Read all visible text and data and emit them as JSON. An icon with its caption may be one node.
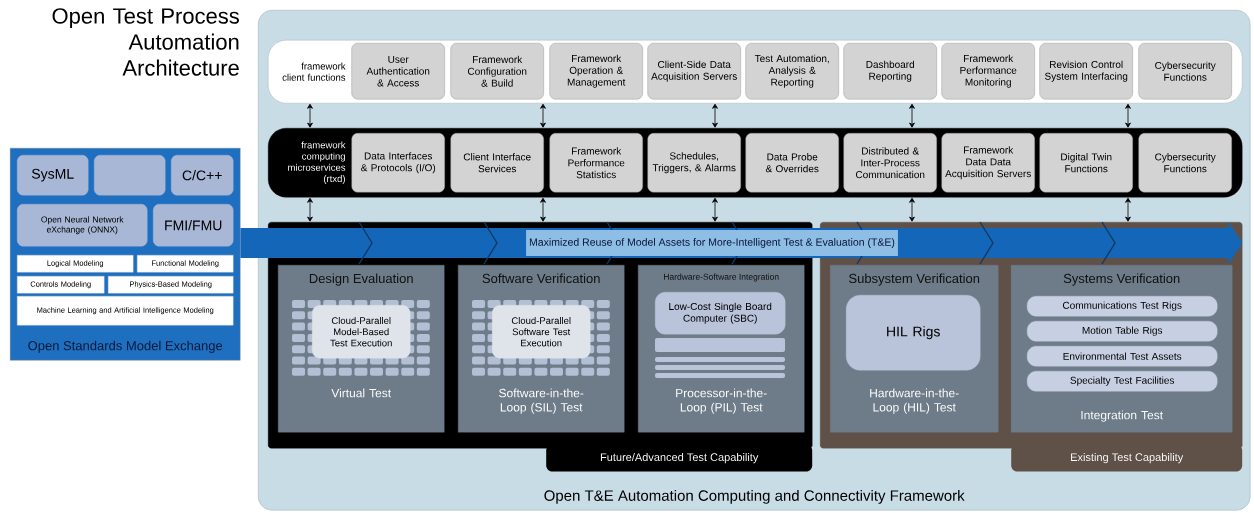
{
  "diagram": {
    "title": "Open Test Process Automation Architecture",
    "nodes": [
      {
        "text": [
          "Open T&E Automation Computing and Connectivity Framework"
        ]
      },
      {
        "text": [
          "framework client functions"
        ],
        "in": 0
      },
      {
        "text": [
          "User Authentication & Access"
        ],
        "in": 1
      },
      {
        "text": [
          "Framework Configuration & Build"
        ],
        "in": 1
      },
      {
        "text": [
          "Framework Operation & Management"
        ],
        "in": 1
      },
      {
        "text": [
          "Client-Side Data Acquisition Servers"
        ],
        "in": 1
      },
      {
        "text": [
          "Test Automation, Analysis & Reporting"
        ],
        "in": 1
      },
      {
        "text": [
          "Dashboard Reporting"
        ],
        "in": 1
      },
      {
        "text": [
          "Framework Performance Monitoring"
        ],
        "in": 1
      },
      {
        "text": [
          "Revision Control System Interfacing"
        ],
        "in": 1
      },
      {
        "text": [
          "Cybersecurity Functions"
        ],
        "in": 1
      },
      {
        "text": [
          "framework computing microservices (rtxd)"
        ],
        "in": 0
      },
      {
        "text": [
          "Data Interfaces & Protocols (I/O)"
        ],
        "in": 11
      },
      {
        "text": [
          "Client Interface Services"
        ],
        "in": 11
      },
      {
        "text": [
          "Framework Performance Statistics"
        ],
        "in": 11
      },
      {
        "text": [
          "Schedules, Triggers, & Alarms"
        ],
        "in": 11
      },
      {
        "text": [
          "Data Probe & Overrides"
        ],
        "in": 11
      },
      {
        "text": [
          "Distributed & Inter-Process Communication"
        ],
        "in": 11
      },
      {
        "text": [
          "Framework Data Data Acquisition Servers"
        ],
        "in": 11
      },
      {
        "text": [
          "Digital Twin Functions"
        ],
        "in": 11
      },
      {
        "text": [
          "Cybersecurity Functions"
        ],
        "in": 11
      },
      {
        "text": [
          "Future/Advanced Test Capability"
        ],
        "in": 0
      },
      {
        "text": [
          "Design Evaluation",
          "Virtual Test"
        ],
        "in": 21
      },
      {
        "text": [
          "Cloud-Parallel Model-Based Test Execution"
        ],
        "in": 22
      },
      {
        "text": [
          "Software Verification",
          "Software-in-the-Loop (SIL) Test"
        ],
        "in": 21
      },
      {
        "text": [
          "Cloud-Parallel Software Test Execution"
        ],
        "in": 24
      },
      {
        "text": [
          "Hardware-Software Integration",
          "Processor-in-the-Loop (PIL) Test"
        ],
        "in": 21
      },
      {
        "text": [
          "Low-Cost Single Board Computer (SBC)"
        ],
        "in": 26
      },
      {
        "text": [
          "Existing Test Capability"
        ],
        "in": 0
      },
      {
        "text": [
          "Subsystem Verification",
          "Hardware-in-the-Loop (HIL) Test"
        ],
        "in": 28
      },
      {
        "text": [
          "HIL Rigs"
        ],
        "in": 29
      },
      {
        "text": [
          "Systems Verification",
          "Integration Test"
        ],
        "in": 28
      },
      {
        "text": [
          "Communications Test Rigs"
        ],
        "in": 31
      },
      {
        "text": [
          "Motion Table Rigs"
        ],
        "in": 31
      },
      {
        "text": [
          "Environmental Test Assets"
        ],
        "in": 31
      },
      {
        "text": [
          "Specialty Test Facilities"
        ],
        "in": 31
      },
      {
        "text": [
          "Open Standards Model Exchange"
        ]
      },
      {
        "text": [
          "SysML"
        ],
        "in": 36
      },
      {
        "text": [],
        "shape": "box",
        "in": 36
      },
      {
        "text": [
          "C/C++"
        ],
        "in": 36
      },
      {
        "text": [
          "Open Neural Network eXchange (ONNX)"
        ],
        "in": 36
      },
      {
        "text": [
          "FMI/FMU"
        ],
        "in": 36
      },
      {
        "text": [
          "Logical Modeling"
        ],
        "in": 36
      },
      {
        "text": [
          "Functional Modeling"
        ],
        "in": 36
      },
      {
        "text": [
          "Controls Modeling"
        ],
        "in": 36
      },
      {
        "text": [
          "Physics-Based Modeling"
        ],
        "in": 36
      },
      {
        "text": [
          "Machine Learning and Artificial Intelligence Modeling"
        ],
        "in": 36
      }
    ],
    "edges": [
      {
        "from": 36,
        "to": 28,
        "arrow": "to",
        "label": "Maximized Reuse of Model Assets for More-Intelligent Test & Evaluation (T&E)",
        "style": "thick",
        "color": "#1467b8"
      },
      {
        "from": 1,
        "to": 11,
        "arrow": "both"
      },
      {
        "from": 1,
        "to": 11,
        "arrow": "both"
      },
      {
        "from": 1,
        "to": 11,
        "arrow": "both"
      },
      {
        "from": 1,
        "to": 11,
        "arrow": "both"
      },
      {
        "from": 1,
        "to": 11,
        "arrow": "both"
      },
      {
        "from": 11,
        "to": 21,
        "arrow": "both"
      },
      {
        "from": 11,
        "to": 21,
        "arrow": "both"
      },
      {
        "from": 11,
        "to": 21,
        "arrow": "both"
      },
      {
        "from": 11,
        "to": 28,
        "arrow": "both"
      },
      {
        "from": 11,
        "to": 28,
        "arrow": "both"
      }
    ]
  }
}
